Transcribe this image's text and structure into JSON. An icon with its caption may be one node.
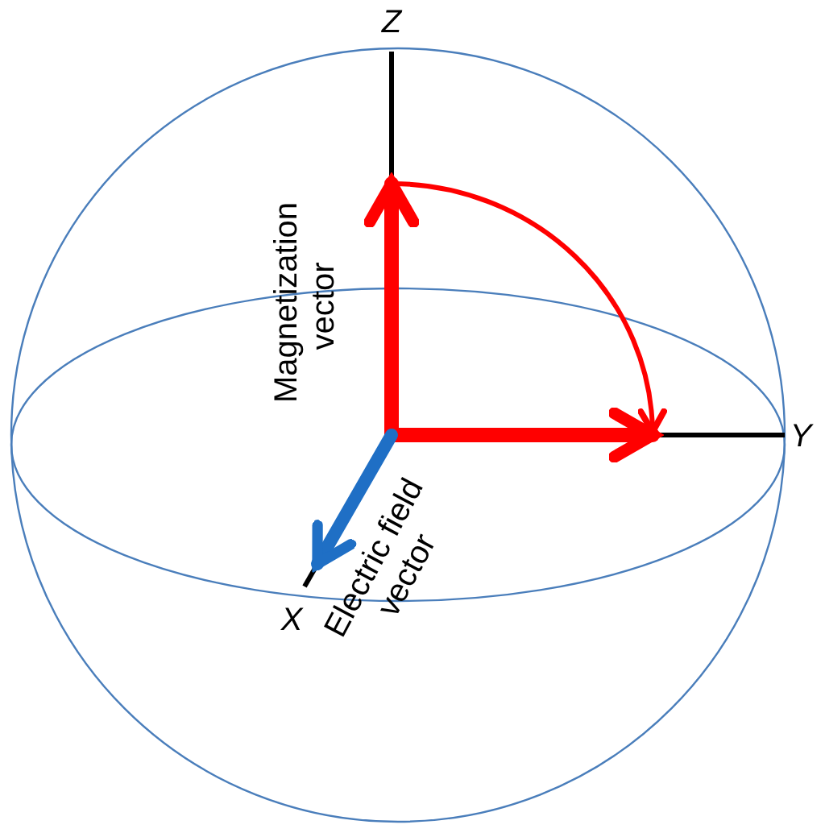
{
  "diagram": {
    "labels": [
      "Z",
      "Magnetization vector",
      "Y",
      "Electric field vector",
      "X"
    ]
  }
}
